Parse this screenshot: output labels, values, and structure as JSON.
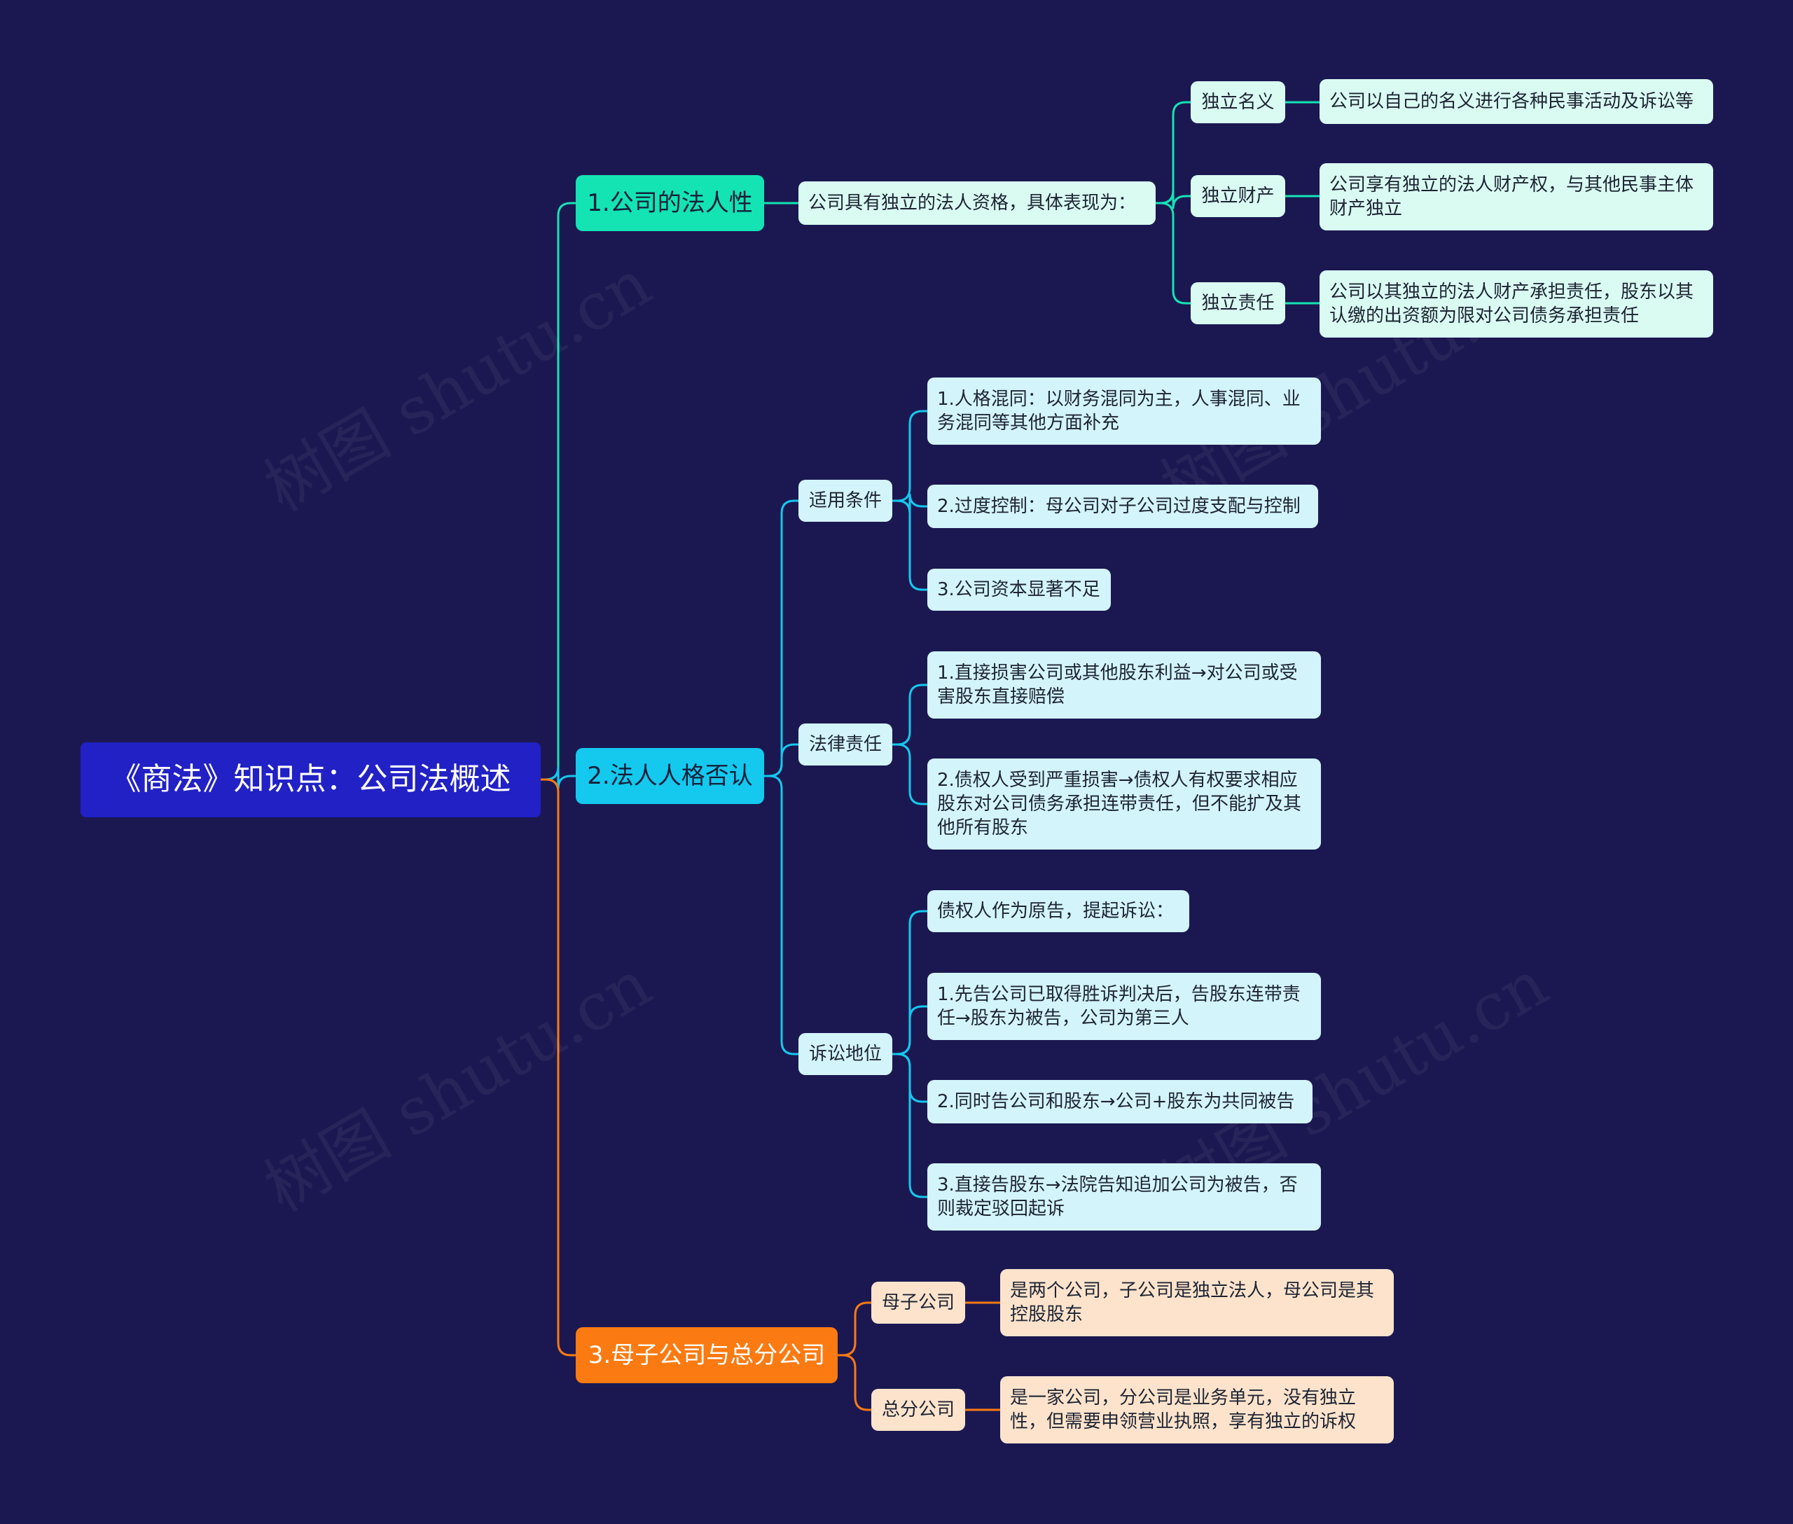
{
  "root": {
    "label": "《商法》知识点：公司法概述"
  },
  "branches": [
    {
      "label": "1.公司的法人性",
      "children": [
        {
          "label": "公司具有独立的法人资格，具体表现为：",
          "children": [
            {
              "label": "独立名义",
              "detail": "公司以自己的名义进行各种民事活动及诉讼等"
            },
            {
              "label": "独立财产",
              "detail": "公司享有独立的法人财产权，与其他民事主体财产独立"
            },
            {
              "label": "独立责任",
              "detail": "公司以其独立的法人财产承担责任，股东以其认缴的出资额为限对公司债务承担责任"
            }
          ]
        }
      ]
    },
    {
      "label": "2.法人人格否认",
      "children": [
        {
          "label": "适用条件",
          "items": [
            "1.人格混同：以财务混同为主，人事混同、业务混同等其他方面补充",
            "2.过度控制：母公司对子公司过度支配与控制",
            "3.公司资本显著不足"
          ]
        },
        {
          "label": "法律责任",
          "items": [
            "1.直接损害公司或其他股东利益→对公司或受害股东直接赔偿",
            "2.债权人受到严重损害→债权人有权要求相应股东对公司债务承担连带责任，但不能扩及其他所有股东"
          ]
        },
        {
          "label": "诉讼地位",
          "items": [
            "债权人作为原告，提起诉讼：",
            "1.先告公司已取得胜诉判决后，告股东连带责任→股东为被告，公司为第三人",
            "2.同时告公司和股东→公司+股东为共同被告",
            "3.直接告股东→法院告知追加公司为被告，否则裁定驳回起诉"
          ]
        }
      ]
    },
    {
      "label": "3.母子公司与总分公司",
      "children": [
        {
          "label": "母子公司",
          "detail": "是两个公司，子公司是独立法人，母公司是其控股股东"
        },
        {
          "label": "总分公司",
          "detail": "是一家公司，分公司是业务单元，没有独立性，但需要申领营业执照，享有独立的诉权"
        }
      ]
    }
  ],
  "watermark": "树图 shutu.cn",
  "colors": {
    "background": "#1b1851",
    "root": "#2121c6",
    "branch1": "#14e3b4",
    "branch2": "#14c8ee",
    "branch3": "#fb7a12"
  }
}
